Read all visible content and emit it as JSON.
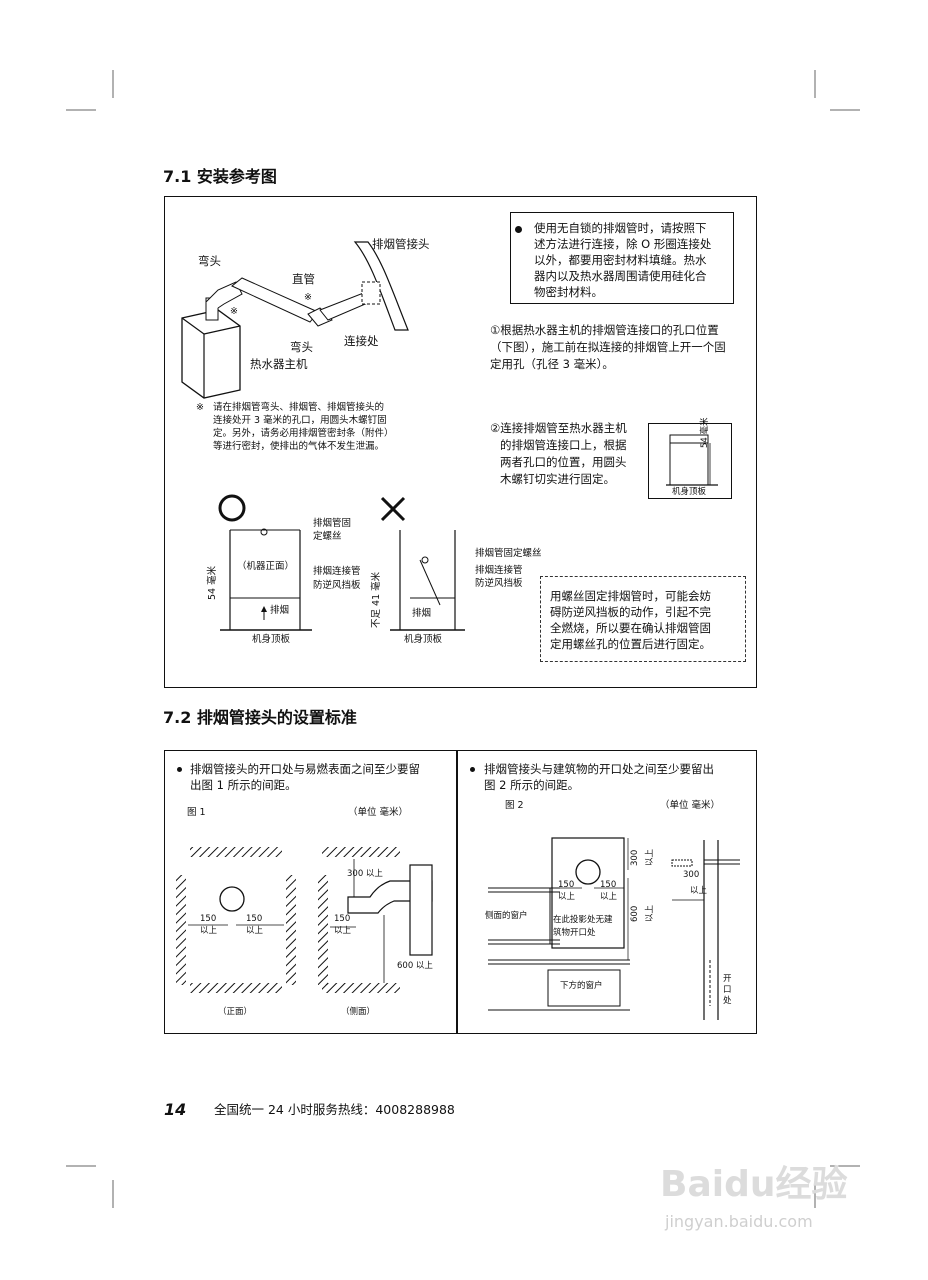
{
  "section1": {
    "title": "7.1  安装参考图",
    "labels": {
      "elbow_a": "弯头",
      "straight_pipe": "直管",
      "flue_joint": "排烟管接头",
      "elbow_b": "弯头",
      "connection": "连接处",
      "heater_main": "热水器主机",
      "mark1": "※",
      "mark2": "※"
    },
    "note_mark": "※",
    "note_lines": [
      "请在排烟管弯头、排烟管、排烟管接头的",
      "连接处开 3 毫米的孔口，用圆头木螺钉固",
      "定。另外，请务必用排烟管密封条（附件）",
      "等进行密封，使排出的气体不发生泄漏。"
    ],
    "bullet_lines": [
      "使用无自锁的排烟管时，请按照下",
      "述方法进行连接，除 O 形圈连接处",
      "以外，都要用密封材料填缝。热水",
      "器内以及热水器周围请使用硅化合",
      "物密封材料。"
    ],
    "step1_lines": [
      "①根据热水器主机的排烟管连接口的孔口位置",
      "（下图），施工前在拟连接的排烟管上开一个固",
      "定用孔（孔径 3 毫米）。"
    ],
    "step2_lines": [
      "②连接排烟管至热水器主机",
      "的排烟管连接口上，根据",
      "两者孔口的位置，用圆头",
      "木螺钉切实进行固定。"
    ],
    "small_fig": {
      "dim": "54 毫米",
      "base": "机身顶板"
    },
    "ok_fig": {
      "screw": "排烟管固",
      "screw2": "定螺丝",
      "front": "（机器正面）",
      "pipe": "排烟连接管",
      "baffle": "防逆风挡板",
      "exhaust": "排烟",
      "dim": "54 毫米",
      "base": "机身顶板"
    },
    "ng_fig": {
      "screw": "排烟管固定螺丝",
      "pipe": "排烟连接管",
      "baffle": "防逆风挡板",
      "exhaust": "排烟",
      "dim": "不足 41 毫米",
      "base": "机身顶板"
    },
    "warning_lines": [
      "用螺丝固定排烟管时，可能会妨",
      "碍防逆风挡板的动作，引起不完",
      "全燃烧，所以要在确认排烟管固",
      "定用螺丝孔的位置后进行固定。"
    ]
  },
  "section2": {
    "title": "7.2  排烟管接头的设置标准",
    "left": {
      "bullet_lines": [
        "排烟管接头的开口处与易燃表面之间至少要留",
        "出图 1 所示的间距。"
      ],
      "fig": "图 1",
      "unit": "（单位    毫米）",
      "d150a": "150",
      "upa": "以上",
      "d150b": "150",
      "upb": "以上",
      "d300": "300 以上",
      "d150c": "150",
      "upc": "以上",
      "d600": "600 以上",
      "front": "（正面）",
      "side": "（侧面）"
    },
    "right": {
      "bullet_lines": [
        "排烟管接头与建筑物的开口处之间至少要留出",
        "图 2 所示的间距。"
      ],
      "fig": "图 2",
      "unit": "（单位    毫米）",
      "d150a": "150",
      "upa": "以上",
      "d150b": "150",
      "upb": "以上",
      "d300": "300",
      "up300": "以上",
      "d600": "600",
      "up600": "以上",
      "side_window": "侧面的窗户",
      "no_opening": [
        "在此投影处无建",
        "筑物开口处"
      ],
      "lower_window": "下方的窗户",
      "d300b": "300",
      "up300b": "以上",
      "opening": [
        "开",
        "口",
        "处"
      ]
    }
  },
  "footer": {
    "page": "14",
    "hotline": "全国统一 24 小时服务热线：4008288988"
  },
  "watermark": {
    "brand": "Baidu经验",
    "url": "jingyan.baidu.com"
  }
}
